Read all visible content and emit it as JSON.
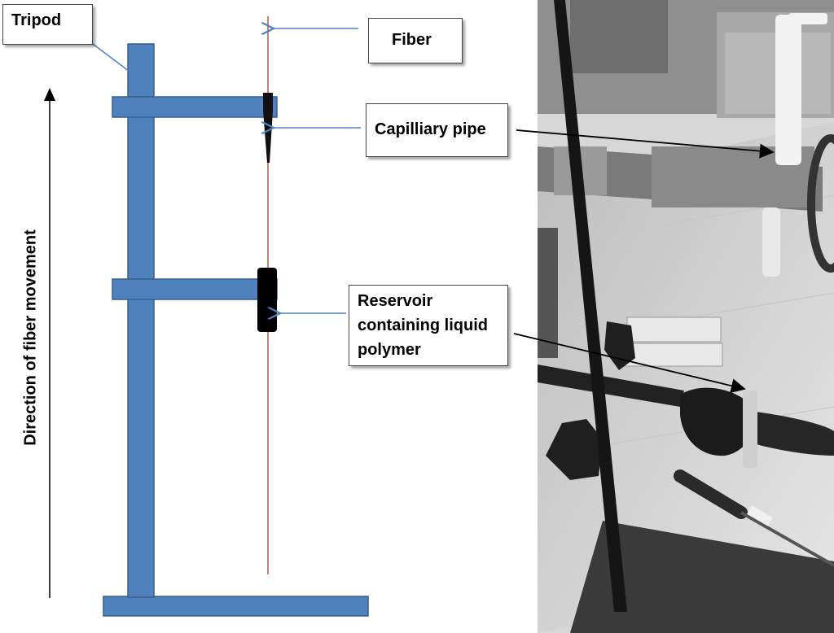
{
  "labels": {
    "tripod": "Tripod",
    "fiber": "Fiber",
    "capillary_pipe": "Capilliary pipe",
    "reservoir": [
      "Reservoir",
      "containing liquid",
      "polymer"
    ],
    "direction": "Direction of fiber movement"
  },
  "colors": {
    "tripod_fill": "#4f81bd",
    "tripod_stroke": "#385d8a",
    "fiber": "#c0504d",
    "pointer_arrow": "#4f81bd",
    "photo_arrow": "#000000",
    "component_fill": "#000000"
  },
  "icons": {
    "direction_arrow": "arrow-up-icon",
    "pointer_arrow": "arrow-left-icon"
  }
}
